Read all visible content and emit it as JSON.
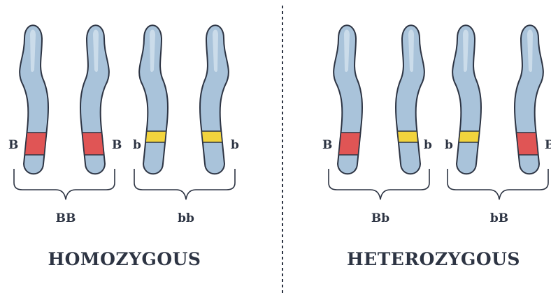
{
  "colors": {
    "chromosome": "#a9c3da",
    "chromosome_highlight": "#cbdcea",
    "outline": "#2d3443",
    "dominant_allele": "#e05555",
    "recessive_allele": "#f2d43d",
    "text": "#2d3443",
    "divider": "#2d3443"
  },
  "icons": [
    "chromosome-icon",
    "curly-brace-icon",
    "dashed-divider"
  ],
  "panels": [
    {
      "title": "HOMOZYGOUS",
      "pairs": [
        {
          "genotype": "BB",
          "left_allele": "B",
          "right_allele": "B",
          "left_band": "dominant",
          "right_band": "dominant"
        },
        {
          "genotype": "bb",
          "left_allele": "b",
          "right_allele": "b",
          "left_band": "recessive",
          "right_band": "recessive"
        }
      ]
    },
    {
      "title": "HETEROZYGOUS",
      "pairs": [
        {
          "genotype": "Bb",
          "left_allele": "B",
          "right_allele": "b",
          "left_band": "dominant",
          "right_band": "recessive"
        },
        {
          "genotype": "bB",
          "left_allele": "b",
          "right_allele": "B",
          "left_band": "recessive",
          "right_band": "dominant"
        }
      ]
    }
  ]
}
